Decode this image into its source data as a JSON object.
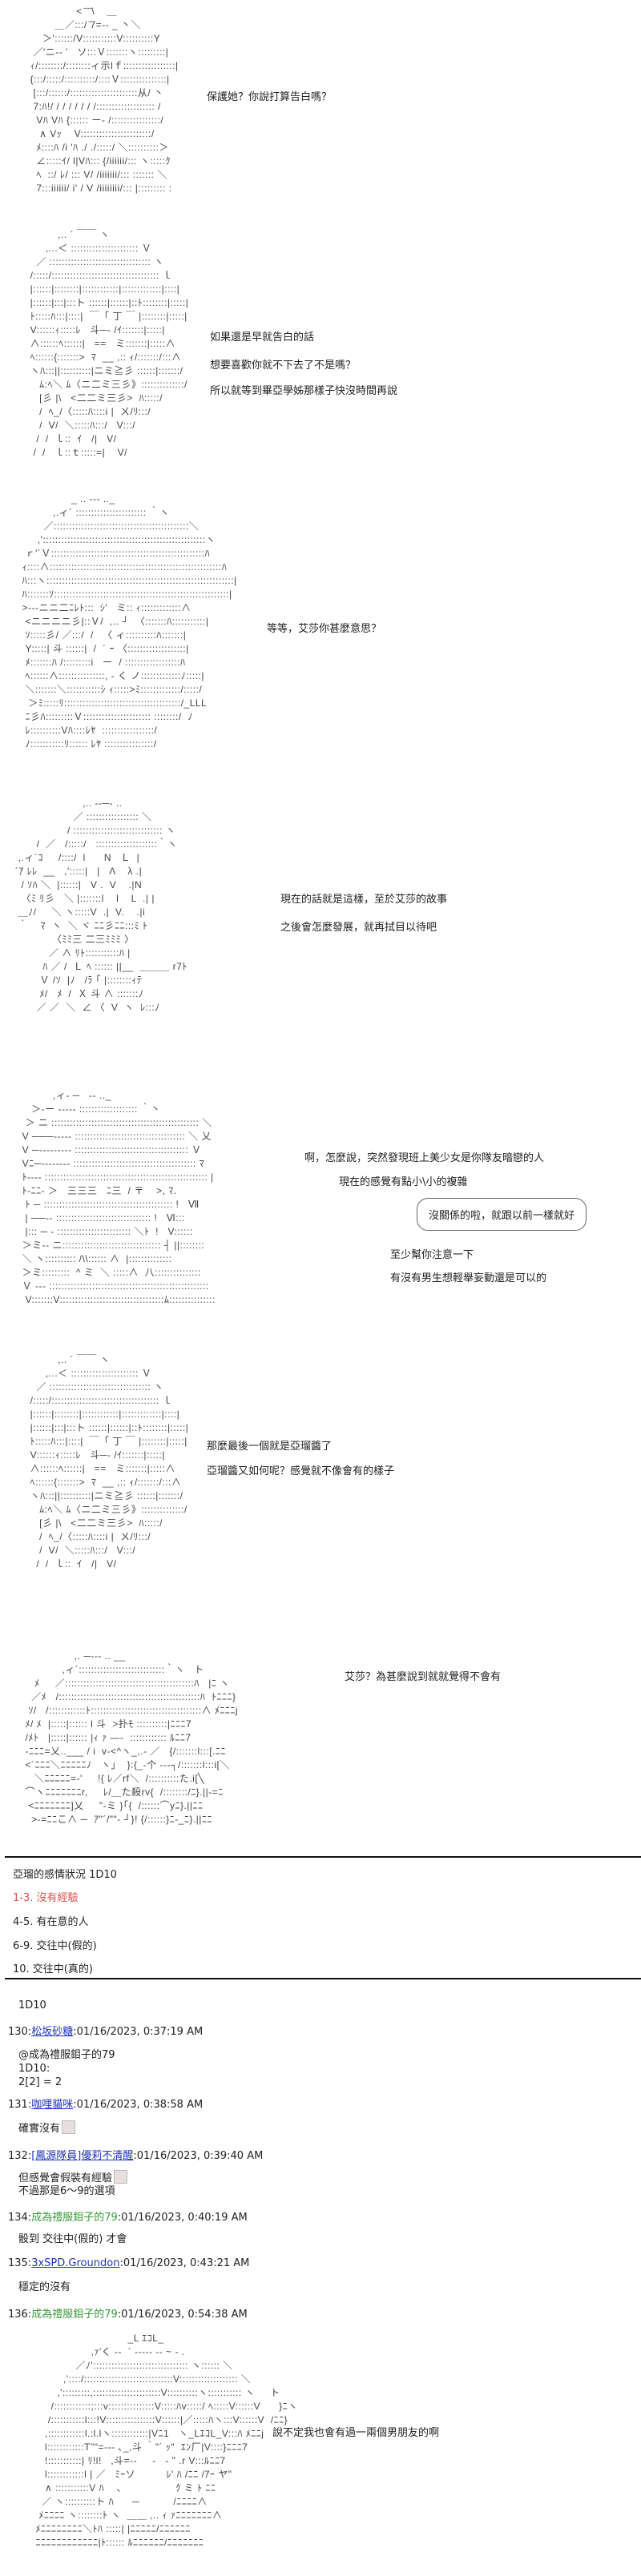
{
  "panels": [
    {
      "aa": [
        "                 < ̄ ̄ ̄\\    ＿",
        "          ＿／:::/ ̄7=‐- _ 丶＼",
        "      ＞'::::::/V:::::::::::V::::::::::Y",
        "   ／'ニ‐- '   ソ:::Ｖ:::::::ヽ:::::::::|",
        "  ｨ/::::::::/::::::::ィ示lｆ:::::::::::::::::|",
        "  {:::/:::::/::::::::::/::::Ｖ:::::::::::::::|",
        "   [:::/::::::/::::::::::::::::::::::从/ 丶",
        "   7:ﾊ!/ / / / / / / /::::::::::::::::::: / ",
        "    Vﾊ Vﾊ {:::::: ー‐ /::::::::::::::::/",
        "     ∧ Vｯ    V:::::::::::::::::::::::/",
        "    ﾒ::::ﾊ /i 'ﾊ ./ ./:::::/ ＼::::::::::＞",
        "    ∠:::::ｲ/ l|Vﾊ::: {/iiiiii/::: ヽ:::::ｸ",
        "    ﾍ  ::/ ﾚ/ ::: V/ /iiiiiii/::: ::::::: ＼",
        "    7:::iiiiii/ i' / V /iiiiiiii/::: |::::::::: :"
      ],
      "lines": [
        "保護她？你說打算告白嗎？"
      ]
    },
    {
      "aa": [
        "           ,.. ´ ￣￣ ヽ",
        "       ,...＜ :::::::::::::::::::::: Ｖ",
        "    ／ ::::::::::::::::::::::::::::::::: ヽ",
        "  /:::::/::::::::::::::::::::::::::::::::::: ｌ",
        "  |::::::|::::::::|::::::::::::|:::::::::::::|::::|",
        "  |::::::|:::|:::ト ::::::|::::::|::ﾄ::::::::|:::::|",
        "  ﾄ:::::ﾊ:::|::::|  ￣「 丁 ￣ |::::::::|:::::|",
        "  V::::::ｨ:::::ﾚ   斗─‐ /ｲ:::::::|:::::|",
        "  ∧::::::ﾍ::::::|   ==   ミ:::::::|:::::∧",
        "  ﾍ::::::{:::::::>  ﾏ  __ ,:: ｨ/:::::::/:::∧",
        "  ヽﾊ:::||::::::::::|ニミ≧彡 ::::::|:::::::/",
        "     ﾑ:ﾍ＼ ﾑ〈ニ二ミ三彡》::::::::::::::/",
        "     [彡 |\\   <二二ミ三彡>  ﾊ:::::/",
        "     /  ﾍ_/〈:::::ﾊ::::i |  ㄨ/ﾘ:::/",
        "     /  V/  ＼:::::ﾊ:::/   V:::/",
        "    /  /  ｌ::  ｲ   /|   V/",
        "   /  /   ｌ::ｔ:::::=|    V/"
      ],
      "lines": [
        "如果還是早就告白的話",
        "想要喜歡你就不下去了不是嗎？",
        "所以就等到畢亞學姊那樣子快沒時間再說"
      ]
    },
    {
      "aa": [
        "                  _ .. ‐‐‐ .._",
        "            ,.ィ´ ::::::::::::::::::::::: ｀ヽ",
        "         ／::::::::::::::::::::::::::::::::::::::::::::＼",
        "       ,':::::::::::::::::::::::::::::::::::::::::::::::::::::ヽ",
        "   ｒ'´Ｖ::::::::::::::::::::::::::::::::::::::::::::::::::ﾊ",
        "  ｨ::::∧::::::::::::::::::::::::::::::::::::::::::::::::::::::::ﾊ",
        "  ﾊ:::ヽ:::::::::::::::::::::::::::::::::::::::::::::::::::::::::::::|",
        "  ﾊ:::::::ｿ:::::::::::::::::::::::::::::::::::::::::::::::::::::::::|",
        "  >‐‐‐ニニ二ﾆﾚﾄ:::  ｼ'   ミ:: ｨ:::::::::::::∧",
        "   <ニニニニ彡|::Ｖ/  ,.. ┘  〈:::::::ﾊ:::::::::::|",
        "   ｿ:::::彡/ ／:::/  /   〈 ィ::::::::::ﾊ:::::::| ",
        "   Y:::::| 斗 ::::::|  /  ´ ｰ 〈:::::::::::::::::::|",
        "   ﾒ:::::::ﾊ /:::::::::i   ー  / ::::::::::::::::::ﾊ",
        "   ﾍ::::::∧:::::::::::::::, ‐ く ノ:::::::::::::ﾉ:::::| ",
        "   ＼:::::::＼:::::::::::ｼ ｨ:::::>ﾐ:::::::::::::/:::::/",
        "    ＞ﾐ:::::ﾘ::::::::::::::::::::::::::::::::::::::/_LLL",
        "   ﾆ彡ﾊ:::::::::Ｖ:::::::::::::::::::::: ::::::::/  ﾉ",
        "   ﾚ::::::::::Vﾊ::::ﾚﾔ  :::::::::::::::::/",
        "   ﾉ:::::::::::ﾘ:::::: ﾚﾔ ::::::::::::::::/"
      ],
      "lines": [
        "等等，艾莎你甚麼意思？"
      ]
    },
    {
      "aa": [
        "                       ,.. -‐─‐ ..",
        "                    ／ ::::::::::::::::: ＼",
        "                  / ::::::::::::::::::::::::::::: ヽ",
        "        /  ／   /:::::/   ::::::::::::::::::::｀ヽ",
        "  ,.ィ´ｺ     /::::/  l      N   Ｌ  |",
        " ´ｱ ﾚﾚ  __   ,':::::|   |   Λ    λ .|",
        "   / ｿﾊ ＼  |::::::|   V .  V    .|N",
        "   〈ﾐ ﾘ彡   ＼ |:::::::l    l    L  .| |",
        "  ＿ﾉ/     ＼ ヽ:::::V  .|  V.    .|i",
        "  ｀    ﾏ  ヽ  ＼ ヾ ﾆﾆ彡ﾆﾆ:::ﾐ ﾄ",
        "             〈ﾐﾐ三 二三ﾐﾐﾐ 〉",
        "            ／ ∧ ﾘﾄ:::::::::::ﾊ |",
        "          ﾊ ／ /  Ｌ ﾍ :::::: ||__  ＿＿＿ r7ﾄ",
        "         Ｖ /ｿ  |ﾉ   /ﾗ ｢ |::::::::ｨﾃ",
        "         ﾒ/   ﾒ  /  Ｘ 斗 ∧ :::::::ﾉ",
        "        ／ ／  ＼  ∠ 〈  V  ヽ  ﾚ:::ﾉ"
      ],
      "lines": [
        "現在的話就是這樣，至於艾莎的故事",
        "之後會怎麼發展，就再拭目以待吧"
      ]
    },
    {
      "aa": [
        "            ,ィ‐ ─   ‐‐ .._",
        "     ＞‐ー ‐‐‐‐‐ ::::::::::::::::::: ｀丶",
        "   ＞ ニ :::::::::::::::::::::::::::::::::::::::::::::::: ＼",
        "  V ───‐‐‐‐‐ :::::::::::::::::::::::::::::::::::: ＼ 乂",
        "  V ─‐‐‐‐‐‐‐‐‐ ::::::::::::::::::::::::::::::::::::: Ｖ",
        "  Vﾆ─‐‐‐‐‐‐‐‐ :::::::::::::::::::::::::::::::::::::::: ﾏ",
        "  ﾄ‐‐‐‐ ::::::::::::::::::::::::::::::::::::::::::::::::::::: |",
        "  ﾄ‐ﾆﾆ‐ ＞   三三三   ﾆ三  / 〒    >, ﾏ.",
        "   ﾄ ─ :::::::::::::::::::::::::::::::::::::::::: !   Ⅶ",
        "   | ──‐‐ ::::::::::::::::::::::::::::::: !   Ⅵ:::",
        "   |::: ─ ‐ :::::::::::::::::::::::: ＼ﾄ  !   V::::::",
        "  ＞ミ‐‐ ニ:::::::::::::::::::::::::::::::: ┤ ||::::::::",
        "  ＼ ヽ:::::::::: /\\\\:::::: ∧  |::::::::::::::",
        "  ＞ミ:::::::::  ^ ミ  ＼ :::::∧  八:::::::::::::::",
        "  Ｖ ‐‐‐ ::::::::::::::::::::::::::::::::::::::::::::::::::::",
        "   V:::::::V::::::::::::::::::::::::::::::::::ﾑ:::::::::::::::"
      ],
      "lines": [
        "啊，怎麼說，突然發現班上美少女是你隊友暗戀的人",
        "現在的感覺有點小\\小的複雜",
        "至少幫你注意一下",
        "有沒有男生想輕舉妄動還是可以的"
      ],
      "bubble": "沒關係的啦，就跟以前一樣就好"
    },
    {
      "aa": [
        "           ,.. ´ ￣￣ ヽ",
        "       ,...＜ :::::::::::::::::::::: Ｖ",
        "    ／ ::::::::::::::::::::::::::::::::: ヽ",
        "  /:::::/::::::::::::::::::::::::::::::::::: ｌ",
        "  |::::::|::::::::|::::::::::::|:::::::::::::|::::|",
        "  |::::::|:::|:::ト ::::::|::::::|::ﾄ::::::::|:::::|",
        "  ﾄ:::::ﾊ:::|::::|  ￣「 丁 ￣ |::::::::|:::::|",
        "  V::::::ｨ:::::ﾚ   斗─‐ /ｲ:::::::|:::::|",
        "  ∧::::::ﾍ::::::|   ==   ミ:::::::|:::::∧",
        "  ﾍ::::::{:::::::>  ﾏ  __ ,:: ｨ/:::::::/:::∧",
        "  ヽﾊ:::||::::::::::|ニミ≧彡 ::::::|:::::::/",
        "     ﾑ:ﾍ＼ ﾑ〈ニ二ミ三彡》::::::::::::::/",
        "     [彡 |\\   <二二ミ三彡>  ﾊ:::::/",
        "     /  ﾍ_/〈:::::ﾊ::::i |  ㄨ/ﾘ:::/",
        "     /  V/  ＼:::::ﾊ:::/   V:::/",
        "    /  /  ｌ::  ｲ   /|   V/"
      ],
      "lines": [
        "那麼最後一個就是亞瑠醬了",
        "亞瑠醬又如何呢？感覺就不像會有的樣子"
      ]
    },
    {
      "aa": [
        "                   ,. ─‐‐‐ .. __",
        "               ,ィ´::::::::::::::::::::::::::::｀ヽ   ト",
        "      ﾒ     ／::::::::::::::::::::::::::::::::::::::::::ﾊ   |ﾆ ヽ",
        "     ／ﾒ   /::::::::::::::::::::::::::::::::::::::::::::::ﾊ  ﾄﾆﾆﾆ}",
        "    ｿ/   /::::::::::::ﾄ::::::::::::::::::::::::::::::::::::∧ ﾒﾆﾆﾆj",
        "   ﾒ/ ﾒ  |:::::|:::::: l 斗  >扑ﾓ ::::::::::|ﾆﾆﾆ7",
        "   /ﾒﾄ   |:::::|:::::: |ｨ ｧ ―‐  :::::::::::: ﾙﾆﾆ7",
        "   ‐ﾆﾆﾆ=乂..___ / i  v‐<^ヽ_,.‐ ／   {/:::::::l:::[.ﾆﾆ",
        "   <´ﾆﾆﾆ＼ﾆﾆﾆﾆﾆﾉ   ヽ」  }:{_‐个 ‐‐‐┐/:::::::l:::i[＼",
        "      ＼ﾆﾆﾆﾆﾆ=‐'     !{ ﾚ／rf＼  /::::::::::た.i[╲",
        "   ⌒ヽﾆﾆﾆﾆﾆﾆﾆr,     ﾚ/＿た殺rv{  /::::::::/ﾆ}.||‐=ﾆ",
        "    <ﾆﾆﾆﾆﾆﾆﾆ]乂     \"‐ミ }｢{  /::::::⌒yﾆ}.||ﾆﾆ",
        "     >‐=ﾆﾆこ∧ ─  ｱ\"´/\"\"‐ ┘}! {/::::::}ﾆ‐_ﾆ}.||ﾆﾆ"
      ],
      "lines": [
        "艾莎？為甚麼說到就就覺得不會有"
      ]
    }
  ],
  "poll": {
    "title": "亞瑠的感情狀況 1D10",
    "options": [
      {
        "label": "1-3. 沒有經驗",
        "highlighted": true
      },
      {
        "label": "4-5. 有在意的人",
        "highlighted": false
      },
      {
        "label": "6-9. 交往中(假的)",
        "highlighted": false
      },
      {
        "label": "10. 交往中(真的)",
        "highlighted": false
      }
    ],
    "highlight_color": "#d9534f"
  },
  "roll_text": "1D10",
  "comments": [
    {
      "num": "130",
      "name": "松坂砂糖",
      "name_style": "link",
      "time": "01/16/2023, 0:37:19 AM",
      "body": "@成為禮服鉬子的79\n1D10:\n2[2] = 2",
      "emoji": false
    },
    {
      "num": "131",
      "name": "咖哩貓咪",
      "name_style": "link",
      "time": "01/16/2023, 0:38:58 AM",
      "body": "確實沒有",
      "emoji": true
    },
    {
      "num": "132",
      "name": "[鳳源隊員]優莉不清醒",
      "name_style": "link",
      "time": "01/16/2023, 0:39:40 AM",
      "body": "但感覺會假裝有經驗",
      "body2": "不過那是6～9的選項",
      "emoji": true
    },
    {
      "num": "134",
      "name": "成為禮服鉬子的79",
      "name_style": "green",
      "time": "01/16/2023, 0:40:19 AM",
      "body": "骰到 交往中(假的) 才會",
      "emoji": false
    },
    {
      "num": "135",
      "name": "3xSPD.Groundon",
      "name_style": "link",
      "time": "01/16/2023, 0:43:21 AM",
      "body": "穩定的沒有",
      "emoji": false
    },
    {
      "num": "136",
      "name": "成為禮服鉬子的79",
      "name_style": "green",
      "time": "01/16/2023, 0:54:38 AM",
      "body": "",
      "emoji": false
    }
  ],
  "final_panel": {
    "aa": [
      "                                       _L ｴｺL_",
      "                           ,ｧ'く ‐‐  ` ‐‐‐‐‐ ‐‐ ~ ‐ .",
      "                      ／ﾉ'::::::::::::::::::::::::::::::: ヽ:::::: ＼",
      "                  ,'::::/:::::::::::::::::::::::::::::V::::::::::::::::::: ＼",
      "                ,':::::::::,::::::::::::::::::::::V::::::::::ヽ::::::::::: ヽ     ト",
      "              /::::::::::::;:::v:::::::::::::::V:::::ﾊv:::::/ ﾍ:::::V::::::V      }ﾆヽ",
      "             /:::::::::::l:::!V::::::::::::::::V::::::|／:::::ﾊヽ:::V::::::V  /ﾆﾆ}",
      "            ,::::::::::::l.:l.lヽ::::::::::::|Vﾆ1   ヽ_LｴｺL_V:::ﾊ ﾒﾆﾆj",
      "            l::::::::::::T\"\"=‐‐‐ ､_,斗 ｀\"´ ｯ\"  ｴﾝ厂|V::::}ﾆﾆﾆ7",
      "            !:::::::::::| ﾘ!l!   ,斗=‐‐     ‐   ‐ \" .r V:::ﾙﾆﾆ7",
      "            l::::::::::::l | ／   ﾐｰソ          ﾚ' ﾊ /ﾆﾆ /ｱｰ ヤ\"",
      "            ∧ :::::::::::V ﾊ    、                ｸ ミ ﾄ ﾆﾆ",
      "           ／ ヽ::::::::::ト ﾊ      ─           /ﾆﾆﾆﾆ∧",
      "          ﾒﾆﾆﾆﾆ ヽ::::::::ﾄ ヽ  ＿＿ ,.. ｨ ｧﾆﾆﾆﾆﾆﾆﾆ∧",
      "         ﾒﾆﾆﾆﾆﾆﾆﾆﾆ＼ﾄﾊ :::::| |ﾆﾆﾆﾆﾆ/ﾆﾆﾆﾆﾆﾆ",
      "         ﾆﾆﾆﾆﾆﾆﾆﾆﾆﾆﾆﾆ|ﾄ:::::: ﾙﾆﾆﾆﾆﾆﾆ/ﾆﾆﾆﾆﾆﾆﾆ"
    ],
    "line": "說不定我也會有過一兩個男朋友的啊"
  }
}
